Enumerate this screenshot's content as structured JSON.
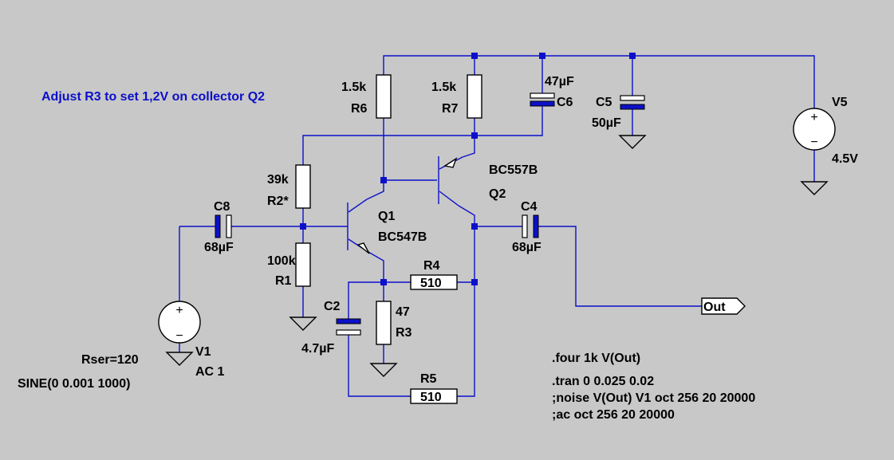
{
  "note": "Adjust R3 to set 1,2V on collector Q2",
  "components": {
    "R6": {
      "ref": "R6",
      "value": "1.5k"
    },
    "R7": {
      "ref": "R7",
      "value": "1.5k"
    },
    "C6": {
      "ref": "C6",
      "value": "47µF"
    },
    "C5": {
      "ref": "C5",
      "value": "50µF"
    },
    "V5": {
      "ref": "V5",
      "value": "4.5V"
    },
    "R2": {
      "ref": "R2*",
      "value": "39k"
    },
    "R1": {
      "ref": "R1",
      "value": "100k"
    },
    "C8": {
      "ref": "C8",
      "value": "68µF"
    },
    "Q1": {
      "ref": "Q1",
      "value": "BC547B"
    },
    "Q2": {
      "ref": "Q2",
      "value": "BC557B"
    },
    "C4": {
      "ref": "C4",
      "value": "68µF"
    },
    "R4": {
      "ref": "R4",
      "value": "510"
    },
    "R3": {
      "ref": "R3",
      "value": "47"
    },
    "C2": {
      "ref": "C2",
      "value": "4.7µF"
    },
    "R5": {
      "ref": "R5",
      "value": "510"
    },
    "V1": {
      "ref": "V1",
      "value": "AC 1",
      "rser": "Rser=120",
      "sine": "SINE(0 0.001 1000)"
    }
  },
  "net_label": "Out",
  "directives": [
    ".four 1k V(Out)",
    ".tran 0 0.025 0.02",
    ";noise V(Out) V1 oct 256 20 20000",
    ";ac oct 256 20 20000"
  ],
  "symbols": {
    "plus": "+",
    "minus": "−"
  },
  "colors": {
    "background": "#c8c8c8",
    "wire": "#0c10c8",
    "body": "#ffffff",
    "text": "#000000",
    "note": "#0c10c8"
  }
}
